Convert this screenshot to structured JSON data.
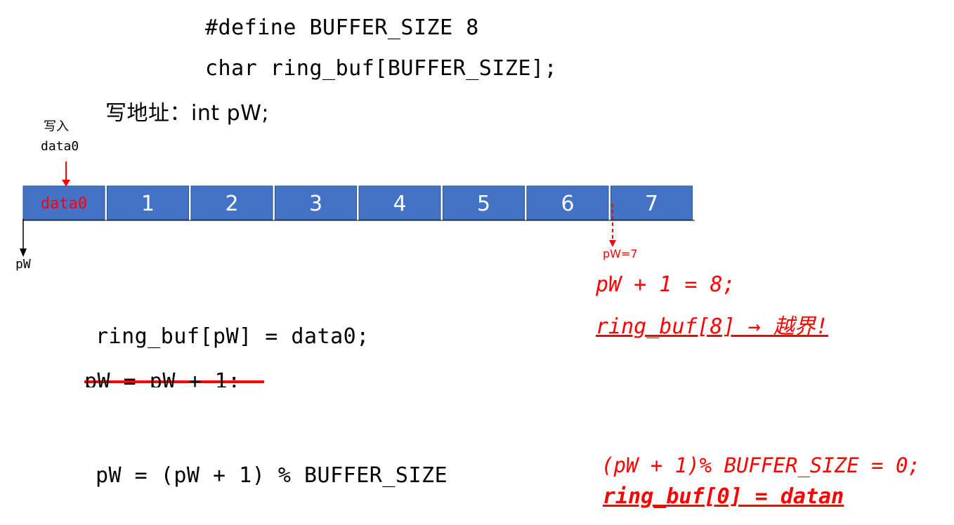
{
  "code": {
    "define_line": "#define BUFFER_SIZE 8",
    "decl_line": "char ring_buf[BUFFER_SIZE];",
    "addr_line": "写地址：int pW;"
  },
  "labels": {
    "write_label_1": "写入",
    "write_label_2": "data0",
    "pw_start": "pW",
    "pw_seven": "pW=7"
  },
  "buffer": {
    "cells": [
      "data0",
      "1",
      "2",
      "3",
      "4",
      "5",
      "6",
      "7"
    ],
    "fill_color": "#4472c4",
    "border_color": "#2f528f"
  },
  "notes": {
    "overflow_line1": "pW + 1 = 8;",
    "overflow_line2": "ring_buf[8] → 越界!",
    "assign_line": "ring_buf[pW] = data0;",
    "strike_line": "pW = pW + 1;",
    "mod_line": "pW = (pW + 1) % BUFFER_SIZE",
    "mod_result_1": "(pW + 1)% BUFFER_SIZE = 0;",
    "mod_result_2": "ring_buf[0] = datan"
  },
  "colors": {
    "accent": "#ff0000",
    "text": "#000000"
  }
}
